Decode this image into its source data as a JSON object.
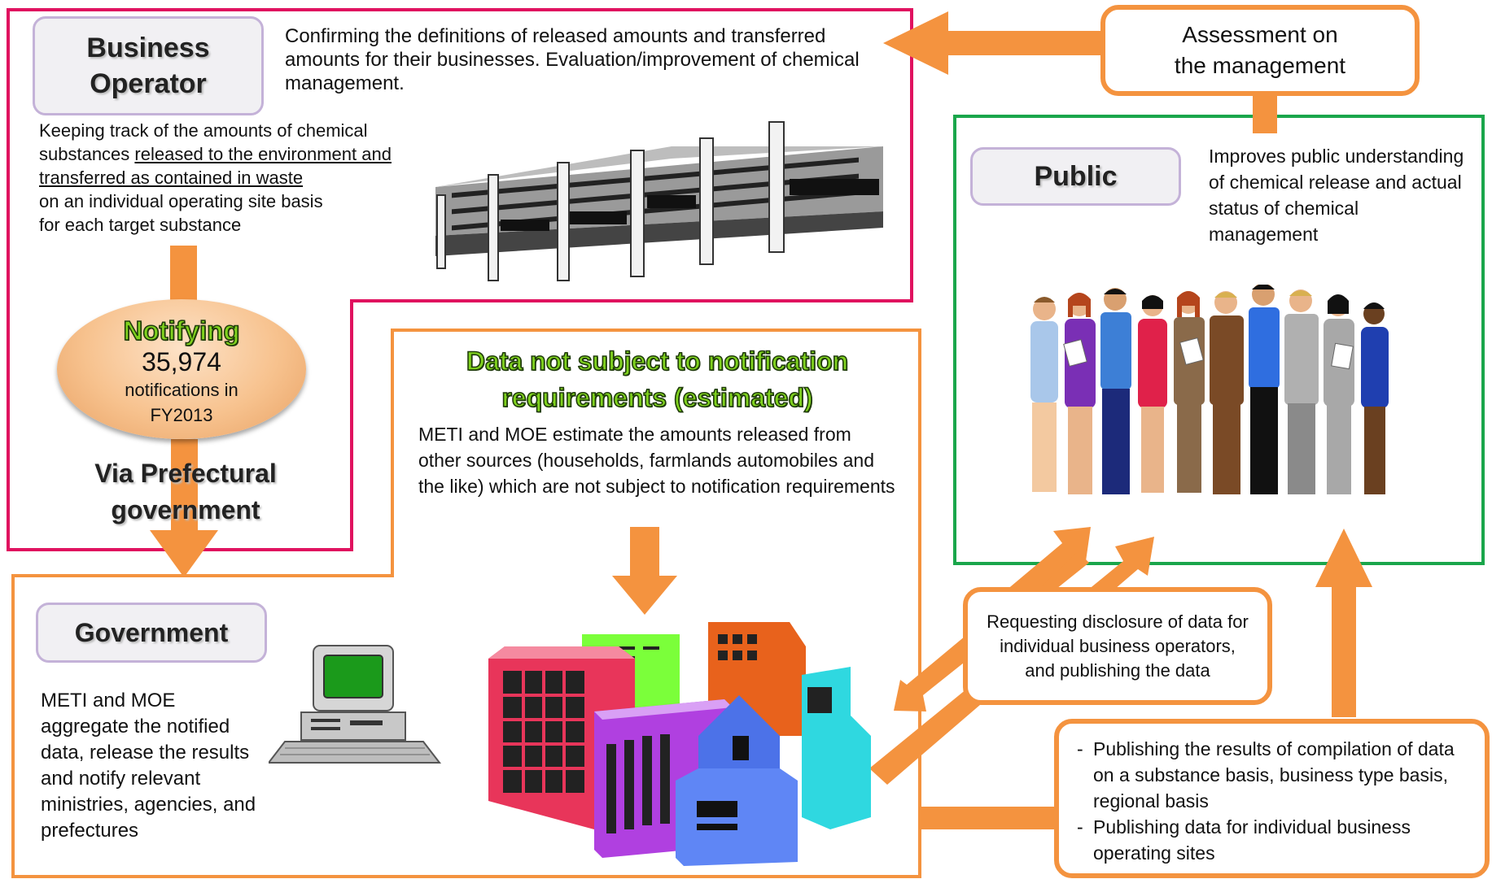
{
  "business_operator": {
    "title": "Business Operator",
    "header_text": "Confirming the definitions of released amounts and transferred amounts for their businesses. Evaluation/improvement of chemical management.",
    "tracking_line1": "Keeping track of the amounts of chemical",
    "tracking_line2_plain": "substances ",
    "tracking_line2_underlined": "released to the environment and",
    "tracking_line3_underlined": "transferred as contained in waste",
    "tracking_line4": "on an individual operating site basis",
    "tracking_line5": "for each target substance"
  },
  "notifying": {
    "title": "Notifying",
    "count": "35,974",
    "line1": "notifications in",
    "line2": "FY2013"
  },
  "via_prefectural": {
    "line1": "Via Prefectural",
    "line2": "government"
  },
  "assessment": {
    "line1": "Assessment on",
    "line2": "the management"
  },
  "public": {
    "title": "Public",
    "text": "Improves public understanding of chemical release and actual status of chemical management"
  },
  "data_not_subject": {
    "title_line1": "Data not subject to notification",
    "title_line2": "requirements (estimated)",
    "text": "METI and MOE estimate the amounts released from other sources (households, farmlands automobiles and the like) which are not subject to notification requirements"
  },
  "government": {
    "title": "Government",
    "text": "METI and MOE aggregate the notified data, release the results and notify relevant ministries, agencies, and prefectures"
  },
  "requesting": {
    "text": "Requesting disclosure of data for individual business operators, and publishing the data"
  },
  "publishing": {
    "item1": "Publishing the results of compilation of data on a substance basis, business type basis, regional basis",
    "item2": "Publishing data for individual business operating sites"
  },
  "colors": {
    "pink_frame": "#e0115f",
    "green_frame": "#1aa64b",
    "orange": "#f4933f",
    "label_border": "#c4b2d8",
    "title_green": "#7fd11e"
  },
  "icons": [
    "factory-building-illustration",
    "people-group-illustration",
    "computer-terminal-illustration",
    "city-buildings-illustration"
  ]
}
